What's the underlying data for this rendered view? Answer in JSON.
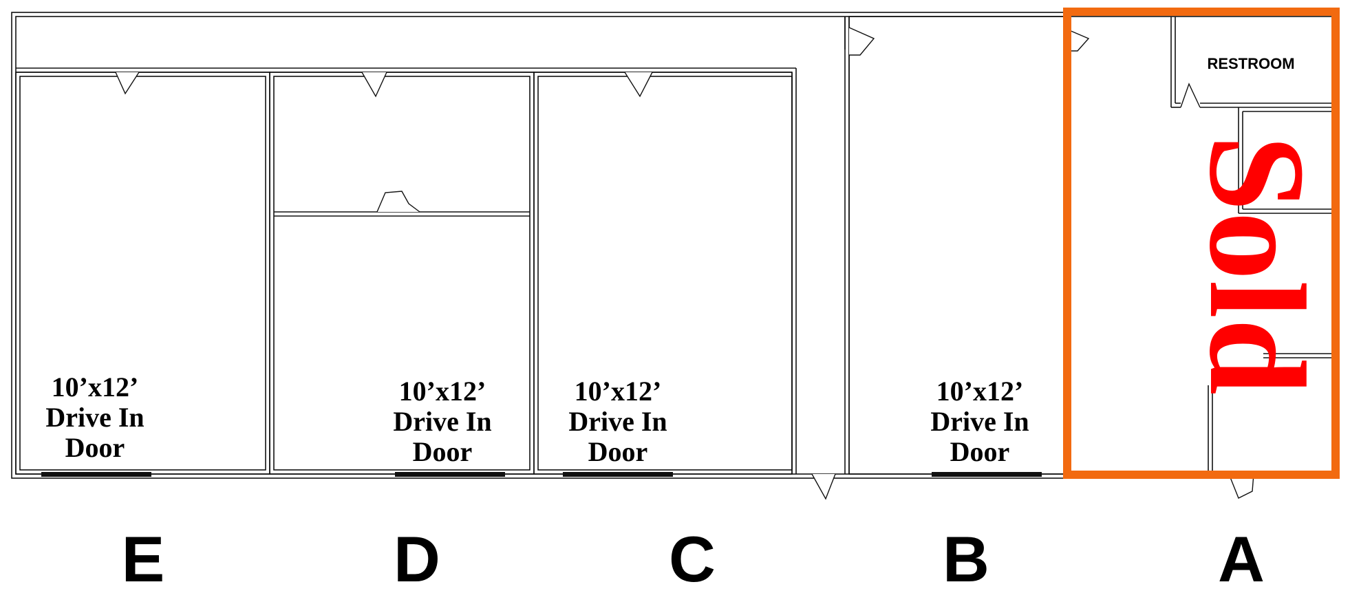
{
  "colors": {
    "sold_border": "#f26a10",
    "sold_text": "#ff0000",
    "walls": "#111111"
  },
  "units": [
    {
      "letter": "E",
      "door_label": [
        "10’x12’",
        "Drive In",
        "Door"
      ]
    },
    {
      "letter": "D",
      "door_label": [
        "10’x12’",
        "Drive In",
        "Door"
      ]
    },
    {
      "letter": "C",
      "door_label": [
        "10’x12’",
        "Drive In",
        "Door"
      ]
    },
    {
      "letter": "B",
      "door_label": [
        "10’x12’",
        "Drive In",
        "Door"
      ]
    },
    {
      "letter": "A",
      "status": "Sold",
      "room_label": "RESTROOM"
    }
  ]
}
